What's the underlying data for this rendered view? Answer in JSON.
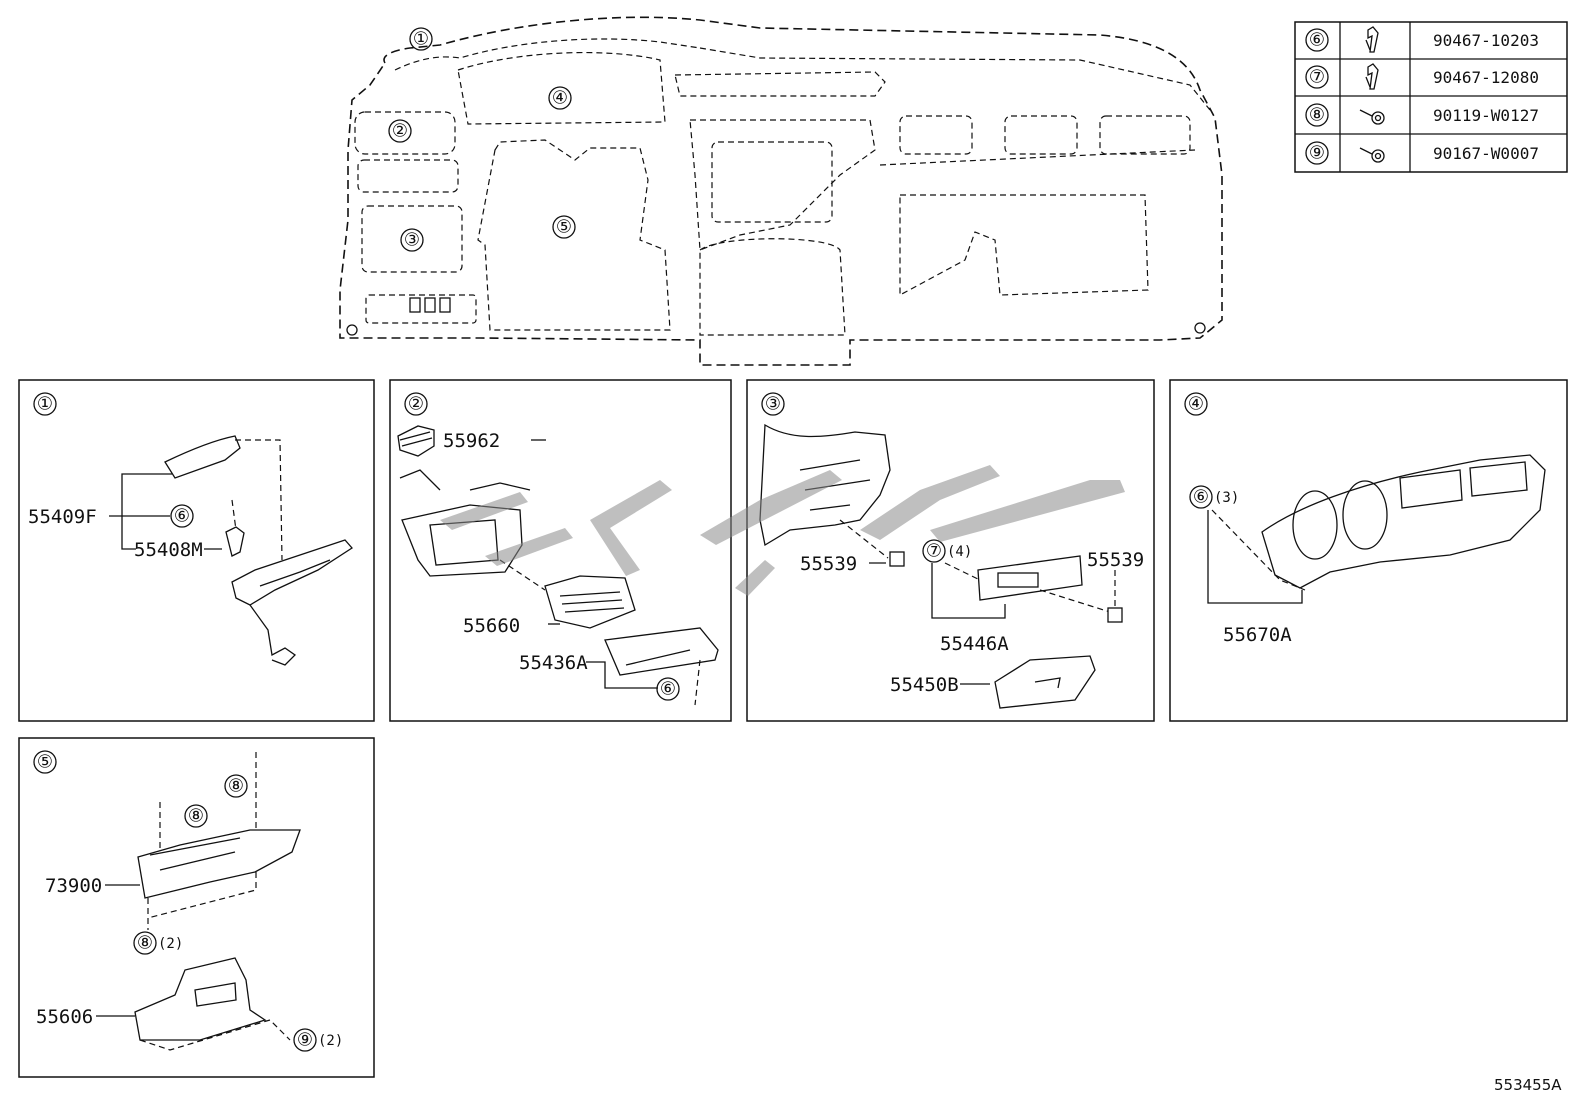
{
  "diagram": {
    "overview": {
      "callouts": [
        "①",
        "②",
        "③",
        "④",
        "⑤"
      ]
    },
    "panels": [
      {
        "callout": "①",
        "labels": [
          {
            "text": "55409F"
          },
          {
            "text": "55408M"
          }
        ],
        "refs": [
          {
            "text": "⑥"
          }
        ]
      },
      {
        "callout": "②",
        "labels": [
          {
            "text": "55962"
          },
          {
            "text": "55660"
          },
          {
            "text": "55436A"
          }
        ],
        "refs": [
          {
            "text": "⑥"
          }
        ]
      },
      {
        "callout": "③",
        "labels": [
          {
            "text": "55539"
          },
          {
            "text": "55539"
          },
          {
            "text": "55446A"
          },
          {
            "text": "55450B"
          }
        ],
        "refs": [
          {
            "text": "⑦",
            "qty": "(4)"
          }
        ]
      },
      {
        "callout": "④",
        "labels": [
          {
            "text": "55670A"
          }
        ],
        "refs": [
          {
            "text": "⑥",
            "qty": "(3)"
          }
        ]
      },
      {
        "callout": "⑤",
        "labels": [
          {
            "text": "73900"
          },
          {
            "text": "55606"
          }
        ],
        "refs": [
          {
            "text": "⑧"
          },
          {
            "text": "⑧"
          },
          {
            "text": "⑧",
            "qty": "(2)"
          },
          {
            "text": "⑨",
            "qty": "(2)"
          }
        ]
      }
    ],
    "fastener_table": [
      {
        "ref": "⑥",
        "icon": "clip-icon",
        "part_no": "90467-10203"
      },
      {
        "ref": "⑦",
        "icon": "clip-icon",
        "part_no": "90467-12080"
      },
      {
        "ref": "⑧",
        "icon": "screw-icon",
        "part_no": "90119-W0127"
      },
      {
        "ref": "⑨",
        "icon": "screw-icon",
        "part_no": "90167-W0007"
      }
    ],
    "figure_code": "553455A"
  }
}
